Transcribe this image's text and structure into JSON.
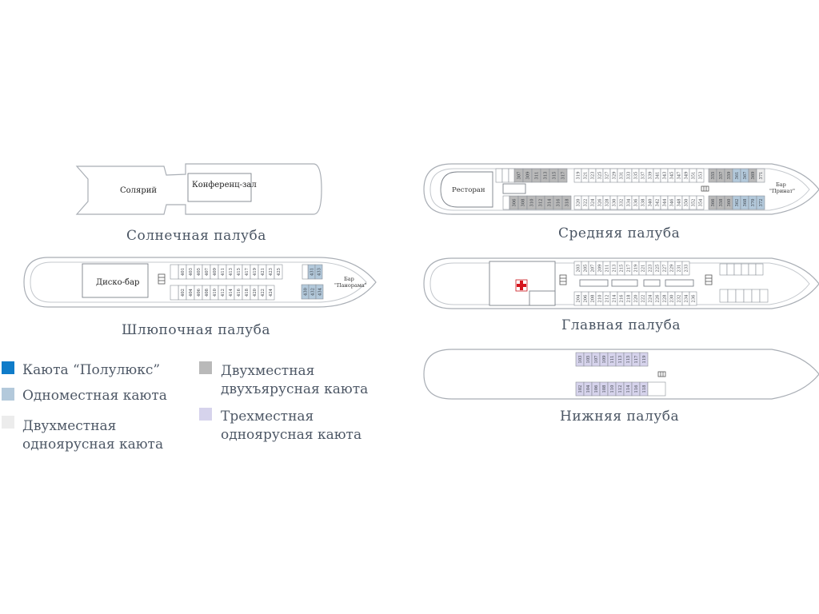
{
  "colors": {
    "polulux": "#0f7cc9",
    "single": "#b3c9db",
    "double_one_tier": "#ececec",
    "double_two_tier": "#b9b9b9",
    "triple": "#d6d3ec"
  },
  "sun_deck": {
    "name": "Солнечная палуба",
    "solarium": "Солярий",
    "conference": "Конференц-зал"
  },
  "boat_deck": {
    "name": "Шлюпочная палуба",
    "disco": "Диско-бар",
    "bar_line1": "Бар",
    "bar_line2": "\"Панорама\"",
    "cabins_top": [
      "401",
      "403",
      "405",
      "407",
      "409",
      "411",
      "413",
      "415",
      "417",
      "419",
      "421",
      "423",
      "425"
    ],
    "cabins_bottom": [
      "402",
      "404",
      "406",
      "408",
      "410",
      "412",
      "414",
      "416",
      "418",
      "420",
      "422",
      "424"
    ],
    "fore_top": [
      "431",
      "433"
    ],
    "fore_bottom": [
      "430",
      "432",
      "434"
    ]
  },
  "middle_deck": {
    "name": "Средняя палуба",
    "restaurant": "Ресторан",
    "bar_line1": "Бар",
    "bar_line2": "\"Принат\"",
    "aft_top": [
      "307",
      "309",
      "311",
      "313",
      "315",
      "317"
    ],
    "aft_bottom": [
      "306",
      "308",
      "310",
      "312",
      "314",
      "316",
      "318"
    ],
    "mid_top": [
      "319",
      "321",
      "323",
      "325",
      "327",
      "329",
      "331",
      "333",
      "335",
      "337",
      "339",
      "341",
      "343",
      "345",
      "347",
      "349",
      "351",
      "353"
    ],
    "mid_bottom": [
      "320",
      "322",
      "324",
      "326",
      "328",
      "330",
      "332",
      "334",
      "336",
      "338",
      "340",
      "342",
      "344",
      "346",
      "348",
      "350",
      "352",
      "354"
    ],
    "fore_top": [
      "355",
      "357",
      "359",
      "361",
      "367",
      "369",
      "371"
    ],
    "fore_bottom": [
      "366",
      "358",
      "360",
      "362",
      "368",
      "370",
      "372"
    ]
  },
  "main_deck": {
    "name": "Главная палуба",
    "top": [
      "203",
      "205",
      "207",
      "209",
      "211",
      "213",
      "215",
      "217",
      "219",
      "221",
      "223",
      "225",
      "227",
      "229",
      "231",
      "233"
    ],
    "bottom": [
      "204",
      "206",
      "208",
      "210",
      "212",
      "214",
      "216",
      "218",
      "220",
      "222",
      "224",
      "226",
      "228",
      "230",
      "232",
      "234",
      "236"
    ]
  },
  "lower_deck": {
    "name": "Нижняя палуба",
    "top": [
      "103",
      "105",
      "107",
      "109",
      "111",
      "113",
      "115",
      "117",
      "119"
    ],
    "bottom": [
      "102",
      "104",
      "106",
      "108",
      "110",
      "112",
      "114",
      "116",
      "118"
    ]
  },
  "legend": {
    "polulux": "Каюта “Полулюкс”",
    "single": "Одноместная каюта",
    "double_one_line1": "Двухместная",
    "double_one_line2": "одноярусная каюта",
    "double_two_line1": "Двухместная",
    "double_two_line2": "двухъярусная каюта",
    "triple_line1": "Трехместная",
    "triple_line2": "одноярусная каюта"
  }
}
